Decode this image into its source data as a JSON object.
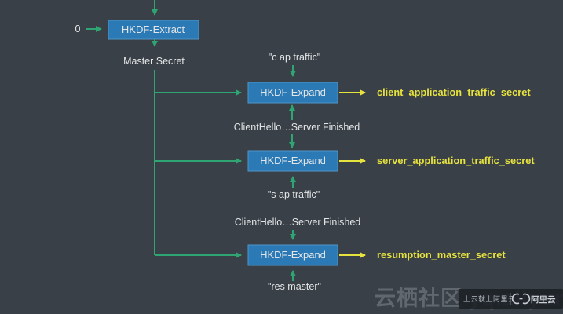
{
  "diagram": {
    "extract_label": "HKDF-Extract",
    "expand_label": "HKDF-Expand",
    "inputs": {
      "zero": "0",
      "master_secret": "Master Secret",
      "c_ap_traffic": "\"c ap traffic\"",
      "transcript_1": "ClientHello…Server Finished",
      "s_ap_traffic": "\"s ap traffic\"",
      "transcript_2": "ClientHello…Server Finished",
      "res_master": "\"res master\""
    },
    "outputs": {
      "client": "client_application_traffic_secret",
      "server": "server_application_traffic_secret",
      "resumption": "resumption_master_secret"
    },
    "colors": {
      "background": "#3a4047",
      "node_fill": "#2b7ab5",
      "node_border": "#4e96c8",
      "arrow_green": "#2ea573",
      "arrow_yellow": "#e7e33e",
      "text_light": "#e3e6e8",
      "watermark_gray": "#61676f"
    }
  },
  "watermark": {
    "text": "云栖社区 yq.aliyun.com",
    "badge_slogan": "上云就上阿里云",
    "badge_brand": "阿里云"
  }
}
